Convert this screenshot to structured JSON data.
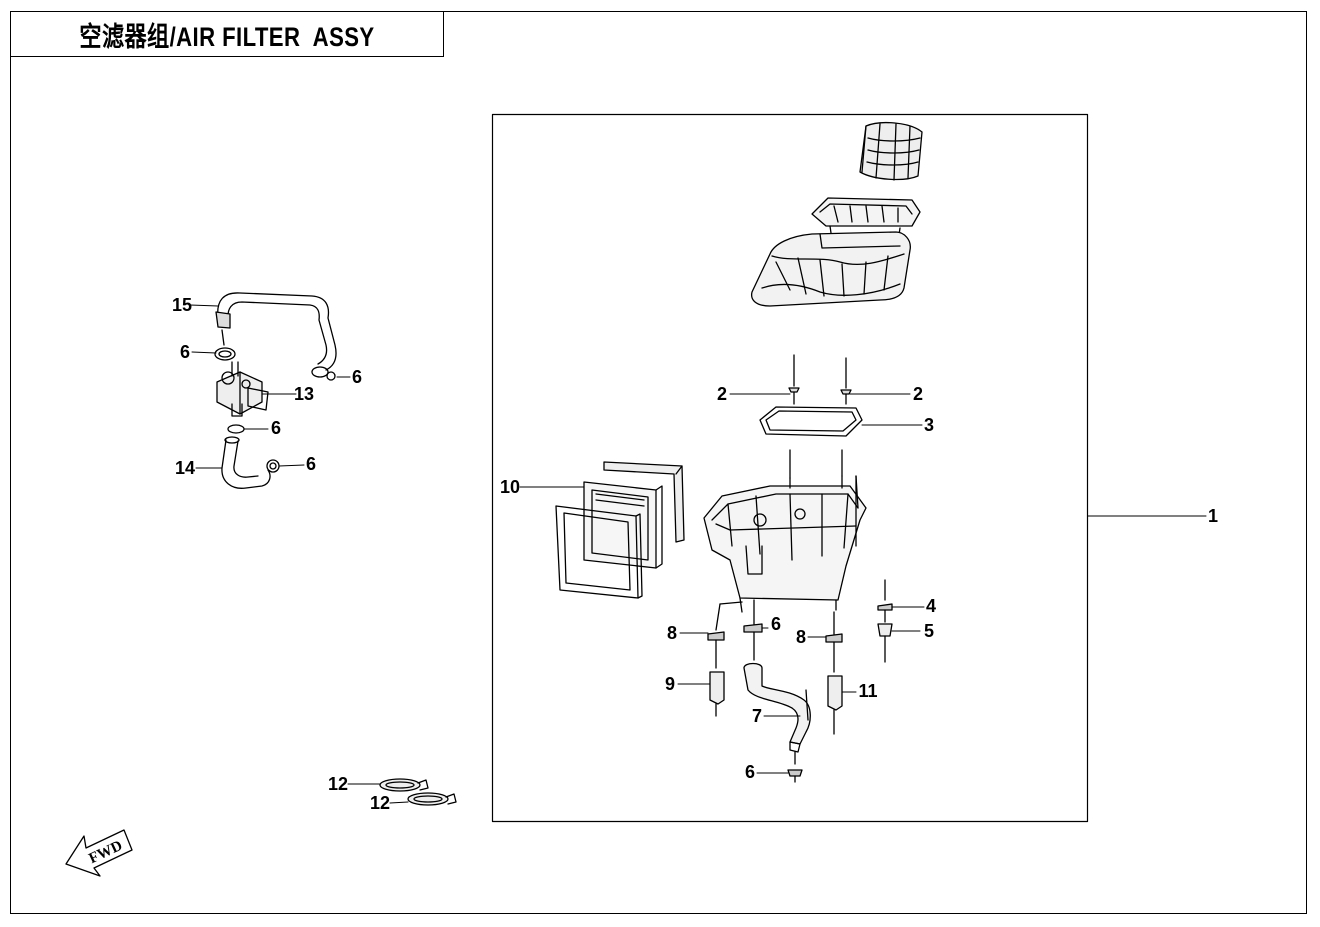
{
  "title": "空滤器组/AIR FILTER  ASSY",
  "fwd_label": "FWD",
  "callouts": [
    {
      "id": "c15",
      "text": "15"
    },
    {
      "id": "c6a",
      "text": "6"
    },
    {
      "id": "c6b",
      "text": "6"
    },
    {
      "id": "c13",
      "text": "13"
    },
    {
      "id": "c6c",
      "text": "6"
    },
    {
      "id": "c14",
      "text": "14"
    },
    {
      "id": "c6d",
      "text": "6"
    },
    {
      "id": "c2a",
      "text": "2"
    },
    {
      "id": "c2b",
      "text": "2"
    },
    {
      "id": "c3",
      "text": "3"
    },
    {
      "id": "c10",
      "text": "10"
    },
    {
      "id": "c1",
      "text": "1"
    },
    {
      "id": "c4",
      "text": "4"
    },
    {
      "id": "c5",
      "text": "5"
    },
    {
      "id": "c8a",
      "text": "8"
    },
    {
      "id": "c6e",
      "text": "6"
    },
    {
      "id": "c8b",
      "text": "8"
    },
    {
      "id": "c9",
      "text": "9"
    },
    {
      "id": "c11",
      "text": "11"
    },
    {
      "id": "c7",
      "text": "7"
    },
    {
      "id": "c6f",
      "text": "6"
    },
    {
      "id": "c12a",
      "text": "12"
    },
    {
      "id": "c12b",
      "text": "12"
    }
  ]
}
